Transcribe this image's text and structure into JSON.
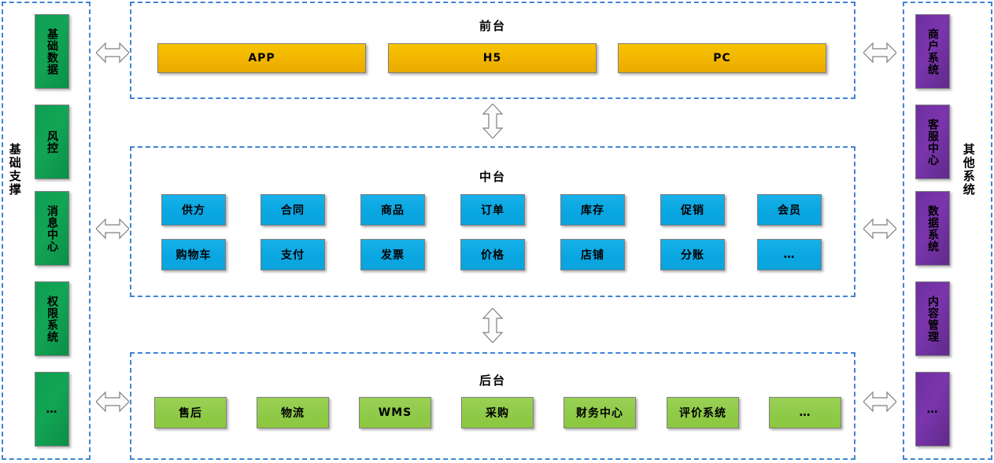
{
  "colors": {
    "dashed_border": "#3f84d2",
    "gold": "#f2b500",
    "blue": "#09a7e2",
    "light_green": "#8cc73e",
    "dark_green": "#12a555",
    "purple": "#7b35ad"
  },
  "left_rail": {
    "label": "基础支撑",
    "items": [
      {
        "label": "基础数据",
        "vertical": true
      },
      {
        "label": "风控",
        "vertical": true
      },
      {
        "label": "消息中心",
        "vertical": true
      },
      {
        "label": "权限系统",
        "vertical": true
      },
      {
        "label": "…",
        "vertical": false
      }
    ]
  },
  "right_rail": {
    "label": "其他系统",
    "items": [
      {
        "label": "商户系统",
        "vertical": true
      },
      {
        "label": "客服中心",
        "vertical": true
      },
      {
        "label": "数据系统",
        "vertical": true
      },
      {
        "label": "内容管理",
        "vertical": true
      },
      {
        "label": "…",
        "vertical": false
      }
    ]
  },
  "tiers": [
    {
      "id": "front",
      "title": "前台",
      "nodes": [
        "APP",
        "H5",
        "PC"
      ]
    },
    {
      "id": "middle",
      "title": "中台",
      "row1": [
        "供方",
        "合同",
        "商品",
        "订单",
        "库存",
        "促销",
        "会员"
      ],
      "row2": [
        "购物车",
        "支付",
        "发票",
        "价格",
        "店铺",
        "分账",
        "…"
      ]
    },
    {
      "id": "back",
      "title": "后台",
      "nodes": [
        "售后",
        "物流",
        "WMS",
        "采购",
        "财务中心",
        "评价系统",
        "…"
      ]
    }
  ],
  "arrows": {
    "horizontal_icon": "double-arrow-horizontal",
    "vertical_icon": "double-arrow-vertical"
  }
}
